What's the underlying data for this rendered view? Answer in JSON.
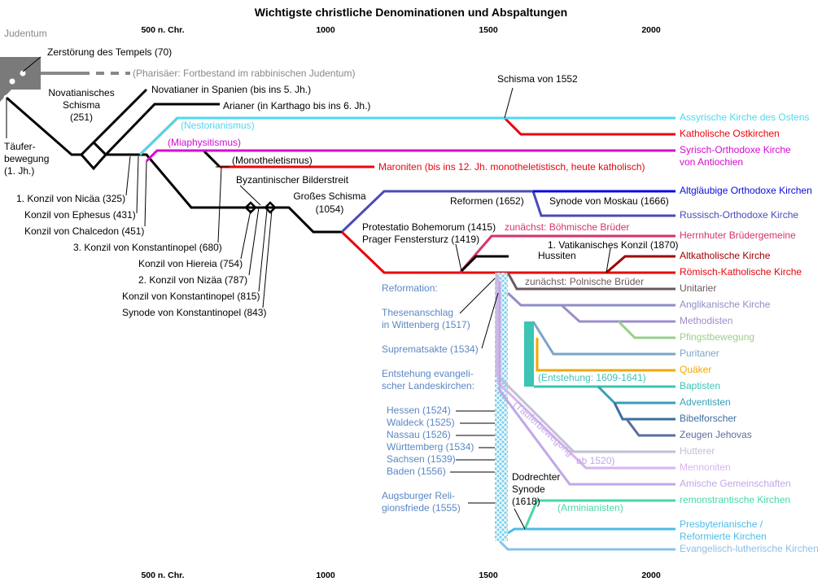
{
  "title": "Wichtigste christliche Denominationen und Abspaltungen",
  "axis": {
    "ticks": [
      "500 n. Chr.",
      "1000",
      "1500",
      "2000"
    ]
  },
  "colors": {
    "black": "#000000",
    "assyrian": "#4fd8ec",
    "copt": "#d60ad0",
    "red": "#e8050c",
    "orthodox": "#4a4ab8",
    "oldbelievers": "#0a0ae0",
    "moravian": "#d6336c",
    "oldcatholic": "#a00000",
    "unitarian": "#6b5860",
    "anglican": "#8f8dc8",
    "methodist": "#9c8dc8",
    "pentecostal": "#9ad08a",
    "puritan": "#7aa5c8",
    "quaker": "#f2a800",
    "baptist": "#3cc4b4",
    "adventist": "#3a9eb8",
    "bible": "#3a6e9e",
    "jw": "#5a6e9e",
    "anabaptist": "#c0b4e8",
    "remonstrant": "#46d8a8",
    "presbyterian": "#4cbce8",
    "lutheran": "#8cc0e8",
    "grey": "#888888",
    "reformLabel": "#5b87c4"
  },
  "labels": {
    "judentum": "Judentum",
    "tempel": "Zerstörung des Tempels (70)",
    "pharisaer": "(Pharisäer: Fortbestand im rabbinischen Judentum)",
    "taufer1": "Täufer-",
    "taufer2": "bewegung",
    "taufer3": "(1. Jh.)",
    "novat1": "Novatianisches",
    "novat2": "Schisma",
    "novat3": "(251)",
    "novatSpanien": "Novatianer in Spanien (bis ins 5. Jh.)",
    "arianer": "Arianer (in Karthago bis ins 6. Jh.)",
    "nestorianismus": "(Nestorianismus)",
    "miaphysitismus": "(Miaphysitismus)",
    "monotheletismus": "(Monotheletismus)",
    "maroniten": "Maroniten (bis ins 12. Jh. monotheletistisch, heute katholisch)",
    "bilderstreit": "Byzantinischer Bilderstreit",
    "schisma1": "Großes Schisma",
    "schisma2": "(1054)",
    "schisma1552": "Schisma von 1552",
    "reformen": "Reformen (1652)",
    "synodeMoskau": "Synode von Moskau (1666)",
    "bohemorum": "Protestatio Bohemorum (1415)",
    "fenstersturz": "Prager Fenstersturz (1419)",
    "bohmBruder": "zunächst: Böhmische Brüder",
    "vatikan": "1. Vatikanisches Konzil (1870)",
    "hussiten": "Hussiten",
    "polnBruder": "zunächst: Polnische Brüder",
    "nicaa": "1. Konzil von Nicäa (325)",
    "ephesus": "Konzil von Ephesus (431)",
    "chalcedon": "Konzil von Chalcedon (451)",
    "konst680": "3. Konzil von Konstantinopel (680)",
    "hiereia": "Konzil von Hiereia (754)",
    "nizaa787": "2. Konzil von Nizäa (787)",
    "konst815": "Konzil von Konstantinopel (815)",
    "synode843": "Synode von Konstantinopel (843)",
    "reformation": "Reformation:",
    "thesen1": "Thesenanschlag",
    "thesen2": "in Wittenberg (1517)",
    "suprematsakte": "Suprematsakte (1534)",
    "landes1": "Entstehung evangeli-",
    "landes2": "scher Landeskirchen:",
    "hessen": "Hessen (1524)",
    "waldeck": "Waldeck (1525)",
    "nassau": "Nassau (1526)",
    "wurttemberg": "Württemberg (1534)",
    "sachsen": "Sachsen (1539)",
    "baden": "Baden (1556)",
    "augsburg1": "Augsburger Reli-",
    "augsburg2": "gionsfriede (1555)",
    "dordrecht1": "Dodrechter",
    "dordrecht2": "Synode",
    "dordrecht3": "(1618)",
    "entstehung": "(Entstehung: 1609-1641)",
    "tauferbewegung": "(Täuferbewegung",
    "ab1520": "ab 1520)",
    "arminianisten": "(Arminianisten)"
  },
  "denominations": [
    {
      "name": "Assyrische Kirche des Ostens",
      "color": "#4fd8ec"
    },
    {
      "name": "Katholische Ostkirchen",
      "color": "#e8050c"
    },
    {
      "name": "Syrisch-Orthodoxe Kirche",
      "color": "#d60ad0"
    },
    {
      "name": "von Antiochien",
      "color": "#d60ad0"
    },
    {
      "name": "Altgläubige Orthodoxe Kirchen",
      "color": "#0a0ae0"
    },
    {
      "name": "Russisch-Orthodoxe Kirche",
      "color": "#4a4ab8"
    },
    {
      "name": "Herrnhuter Brüdergemeine",
      "color": "#d6336c"
    },
    {
      "name": "Altkatholische Kirche",
      "color": "#a00000"
    },
    {
      "name": "Römisch-Katholische Kirche",
      "color": "#e8050c"
    },
    {
      "name": "Unitarier",
      "color": "#6b5860"
    },
    {
      "name": "Anglikanische Kirche",
      "color": "#8f8dc8"
    },
    {
      "name": "Methodisten",
      "color": "#9c8dc8"
    },
    {
      "name": "Pfingstbewegung",
      "color": "#9ad08a"
    },
    {
      "name": "Puritaner",
      "color": "#7aa5c8"
    },
    {
      "name": "Quäker",
      "color": "#f2a800"
    },
    {
      "name": "Baptisten",
      "color": "#3cc4b4"
    },
    {
      "name": "Adventisten",
      "color": "#3a9eb8"
    },
    {
      "name": "Bibelforscher",
      "color": "#3a6e9e"
    },
    {
      "name": "Zeugen Jehovas",
      "color": "#5a6e9e"
    },
    {
      "name": "Hutterer",
      "color": "#c0c0d8"
    },
    {
      "name": "Mennoniten",
      "color": "#d8b4f0"
    },
    {
      "name": "Amische Gemeinschaften",
      "color": "#c0a8e8"
    },
    {
      "name": "remonstrantische Kirchen",
      "color": "#46d8a8"
    },
    {
      "name": "Presbyterianische /",
      "color": "#4cbce8"
    },
    {
      "name": "Reformierte Kirchen",
      "color": "#4cbce8"
    },
    {
      "name": "Evangelisch-lutherische Kirchen",
      "color": "#8cc0e8"
    }
  ]
}
